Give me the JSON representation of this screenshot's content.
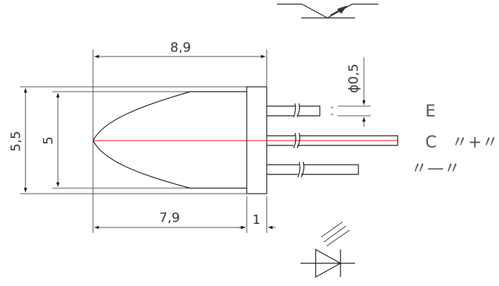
{
  "dimensions": {
    "width_total": "8,9",
    "diameter": "ϕ0,5",
    "outer_height": "5,5",
    "inner_height": "5",
    "body_length": "7,9",
    "flange": "1"
  },
  "pins": {
    "e_label": "E",
    "c_label": "C",
    "plus_label": "〃+〃",
    "minus_label": "〃—〃"
  },
  "colors": {
    "line": "#111111",
    "axis": "#e00000",
    "text": "#333333"
  }
}
